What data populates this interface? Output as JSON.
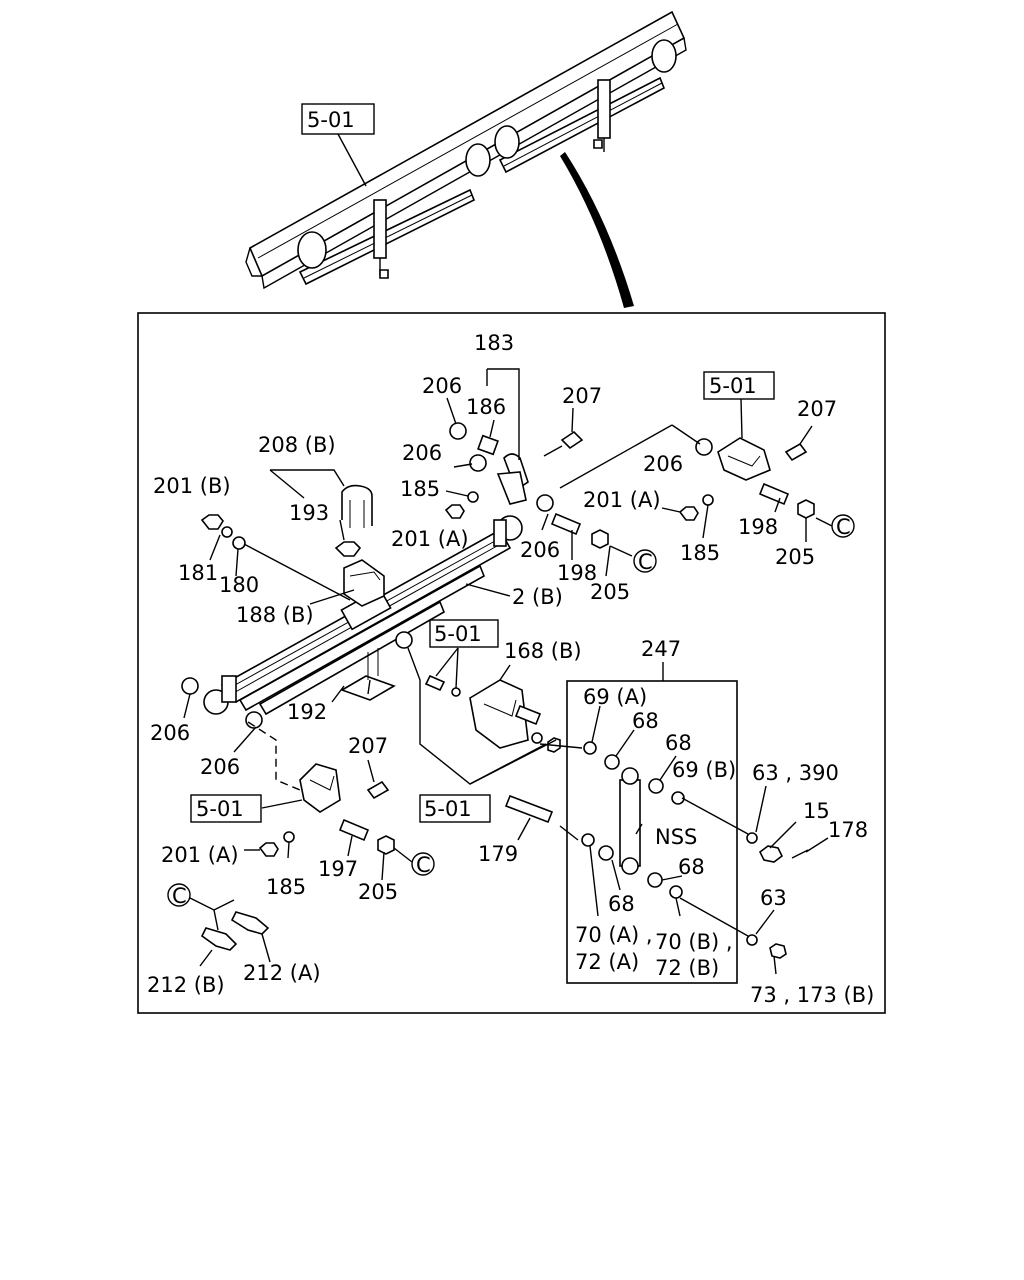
{
  "diagram": {
    "section_ref": "5-01",
    "connector_symbol": "C",
    "labels": {
      "p183": "183",
      "p206a": "206",
      "p186": "186",
      "p207a": "207",
      "p206b": "206",
      "p185a": "185",
      "p201a_a": "201 (A)",
      "p206c": "206",
      "p198a": "198",
      "p205a": "205",
      "p207b": "207",
      "p206d": "206",
      "p201a_b": "201 (A)",
      "p185b": "185",
      "p198b": "198",
      "p205b": "205",
      "p208b": "208 (B)",
      "p201b": "201 (B)",
      "p193": "193",
      "p181": "181",
      "p180": "180",
      "p188b": "188 (B)",
      "p2b": "2 (B)",
      "p168b": "168 (B)",
      "p247": "247",
      "p69a": "69 (A)",
      "p68a": "68",
      "p68b": "68",
      "p69b": "69 (B)",
      "p63_390": "63 , 390",
      "p15": "15",
      "p178": "178",
      "pNSS": "NSS",
      "p68c": "68",
      "p63": "63",
      "p68d": "68",
      "p70a72a_1": "70 (A) ,",
      "p70a72a_2": "72 (A)",
      "p70b72b_1": "70 (B) ,",
      "p70b72b_2": "72 (B)",
      "p73_173b": "73 , 173 (B)",
      "p192": "192",
      "p206e": "206",
      "p206f": "206",
      "p207c": "207",
      "p201a_c": "201 (A)",
      "p185c": "185",
      "p197": "197",
      "p205c": "205",
      "p179": "179",
      "p212b": "212 (B)",
      "p212a": "212 (A)"
    }
  }
}
